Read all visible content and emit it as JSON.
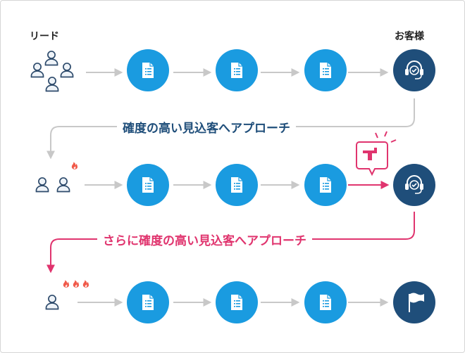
{
  "labels": {
    "lead": "リード",
    "customer": "お客様"
  },
  "messages": {
    "approach1": "確度の高い見込客へアプローチ",
    "approach2": "さらに確度の高い見込客へアプローチ"
  },
  "colors": {
    "step_blue": "#1a9be0",
    "end_navy": "#1f4e7a",
    "accent_pink": "#e0346e",
    "line_gray": "#c8c8c8",
    "flame_red": "#f05a4a",
    "icon_stroke": "#2d4a6b"
  },
  "icons": {
    "lead": "people-group-icon",
    "step": "document-icon",
    "customer": "headset-support-icon",
    "alert": "megaphone-alert-icon",
    "goal": "flag-icon",
    "hot": "flame-icon"
  }
}
